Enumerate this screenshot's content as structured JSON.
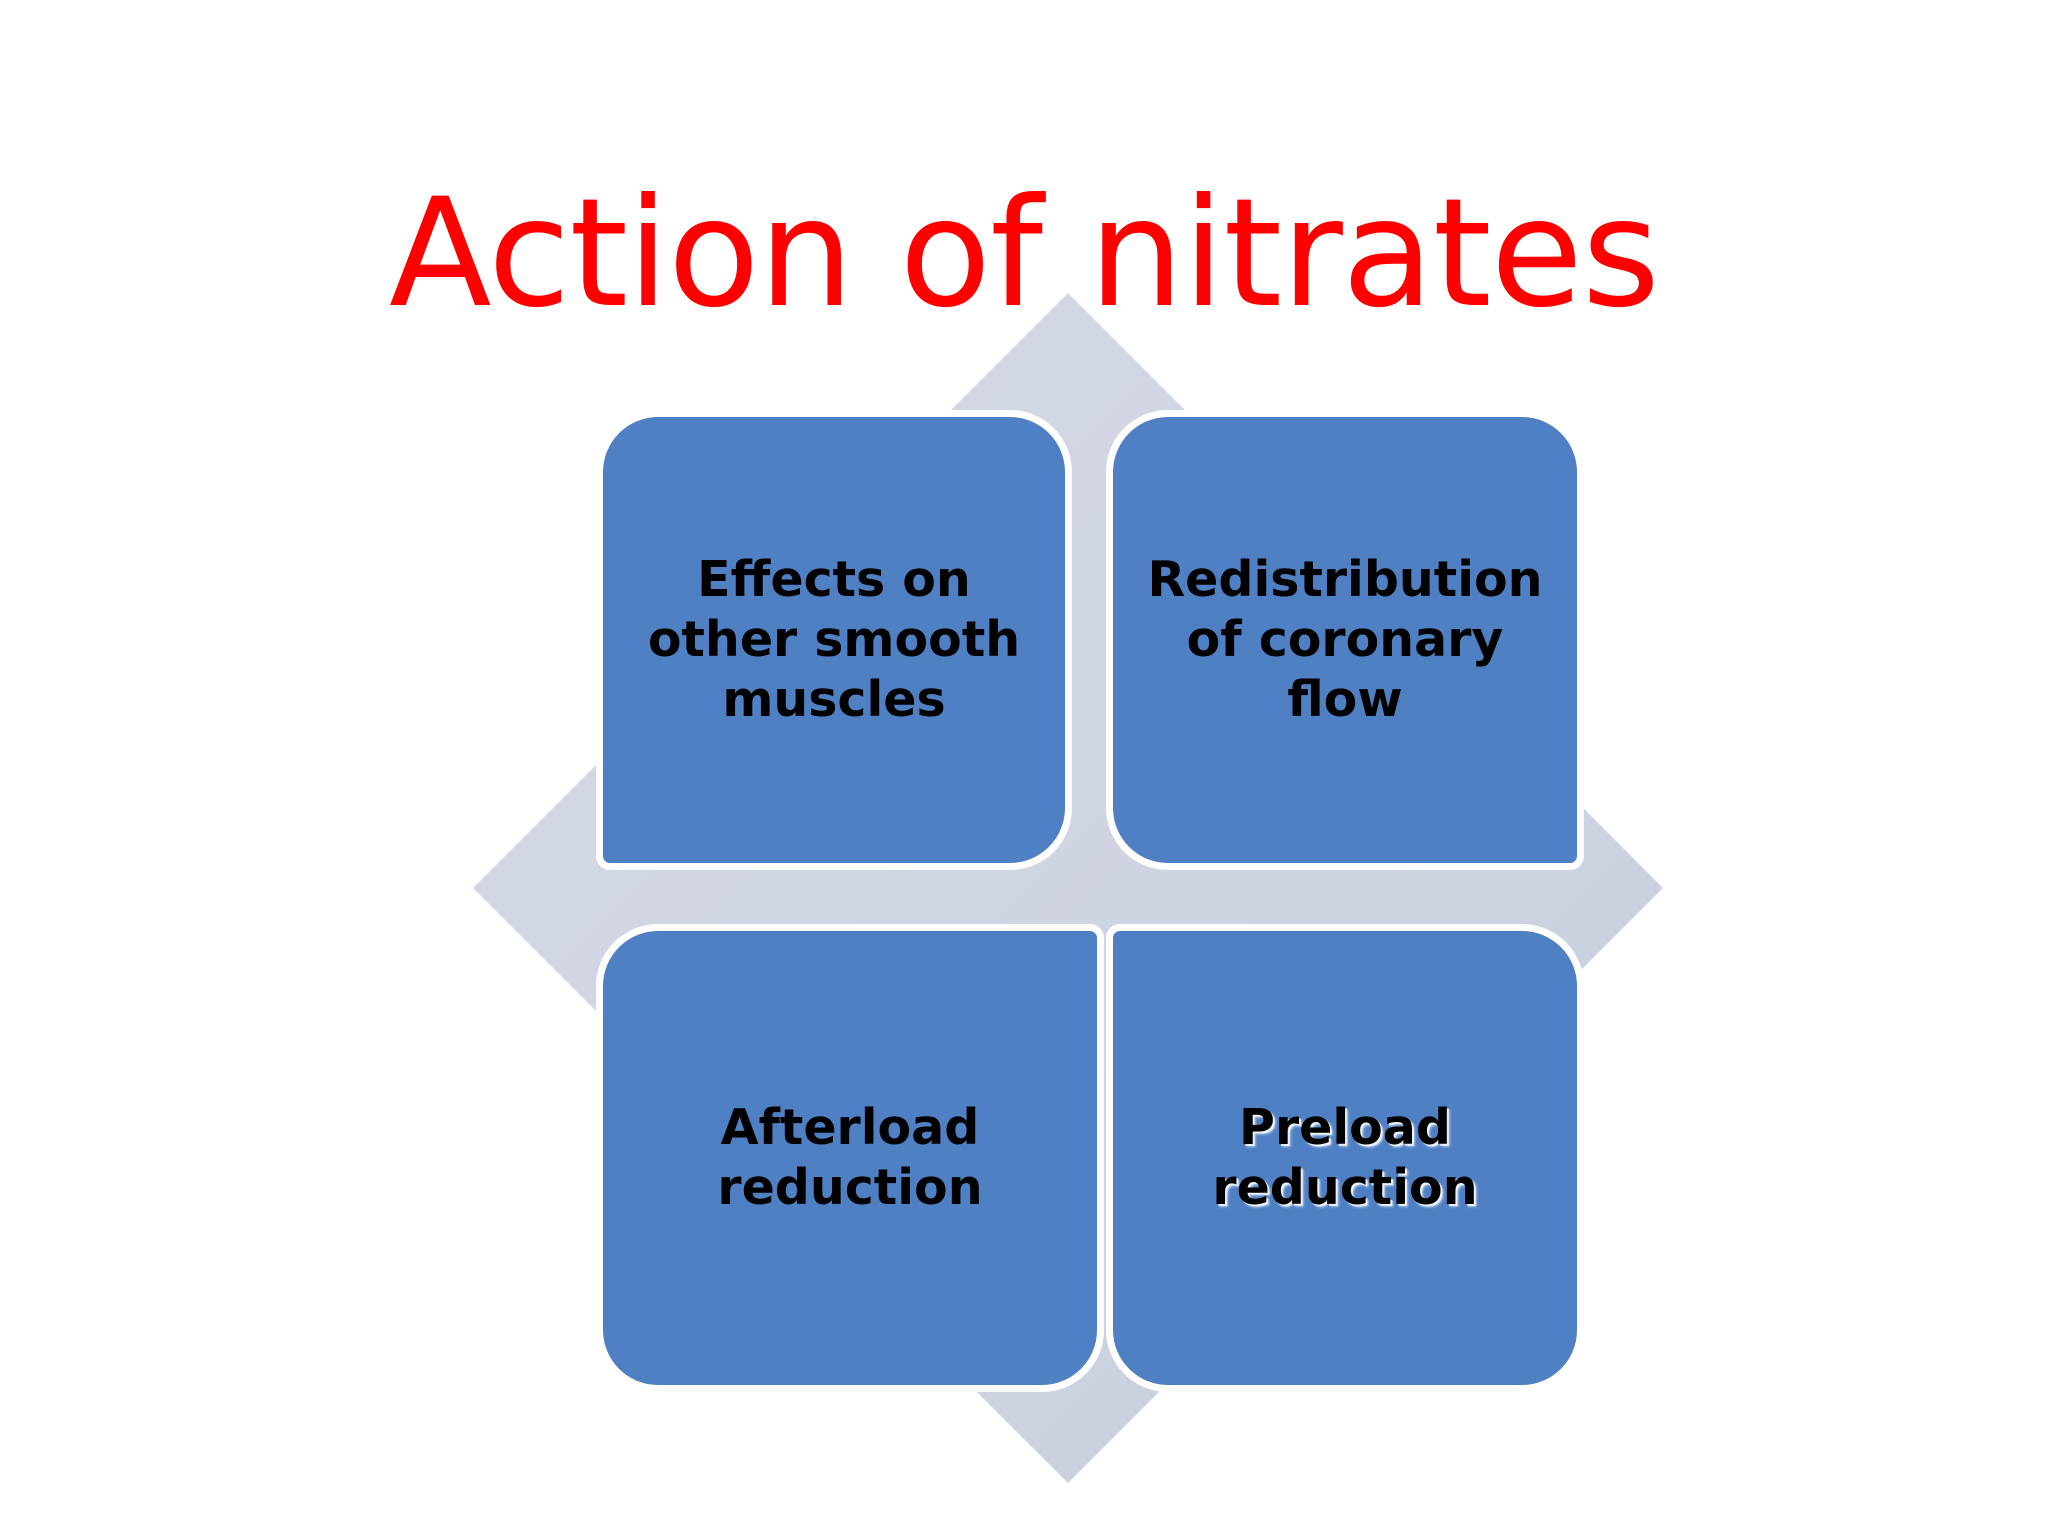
{
  "slide": {
    "title": "Action of nitrates",
    "background_color": "#FFFFFF",
    "title_color": "#FF0000"
  },
  "diagram": {
    "type": "four-quadrant-matrix-with-four-way-arrow",
    "arrow": {
      "name": "four-way-arrow",
      "color": "#D0D5E3",
      "directions": [
        "up",
        "right",
        "down",
        "left"
      ]
    },
    "box_color": "#4F80C4",
    "box_border_color": "#FFFFFF",
    "box_text_color": "#000000",
    "quadrants": [
      {
        "position": "top-left",
        "label": "Effects on other smooth muscles"
      },
      {
        "position": "top-right",
        "label": "Redistribution of coronary flow"
      },
      {
        "position": "bottom-left",
        "label": "Afterload reduction"
      },
      {
        "position": "bottom-right",
        "label": "Preload reduction"
      }
    ]
  }
}
